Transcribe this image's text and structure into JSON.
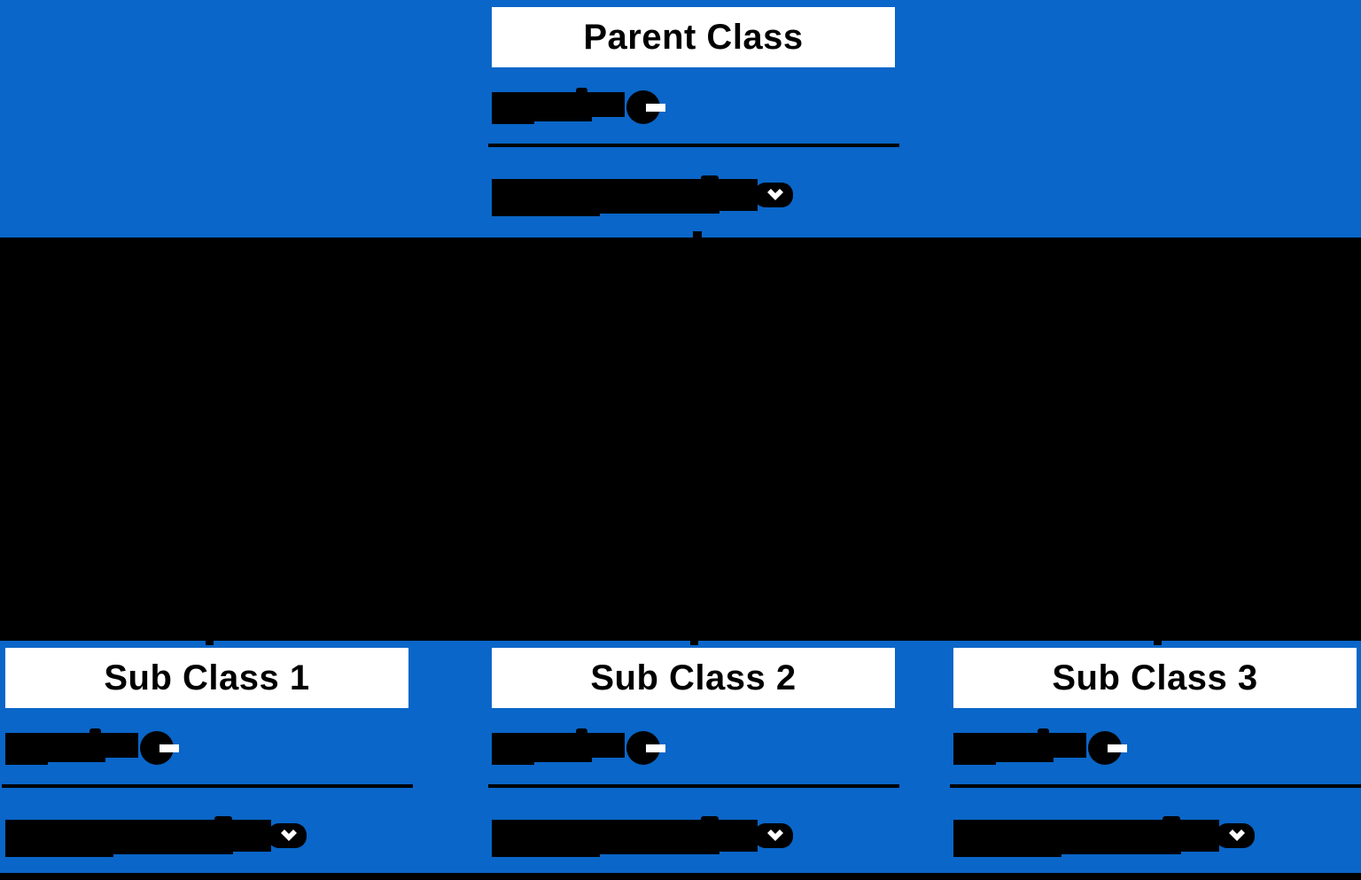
{
  "diagram": {
    "type": "class-inheritance",
    "relation": "parent-to-subclasses"
  },
  "colors": {
    "panel_blue": "#0A66C8",
    "header_white": "#FFFFFF",
    "ink_black": "#000000",
    "gap_background": "#000000"
  },
  "icons": {
    "dropdown_caret": "chevron-down"
  },
  "nodes": {
    "parent": {
      "title": "Parent Class"
    },
    "subs": [
      {
        "title": "Sub Class 1"
      },
      {
        "title": "Sub Class 2"
      },
      {
        "title": "Sub Class 3"
      }
    ]
  }
}
